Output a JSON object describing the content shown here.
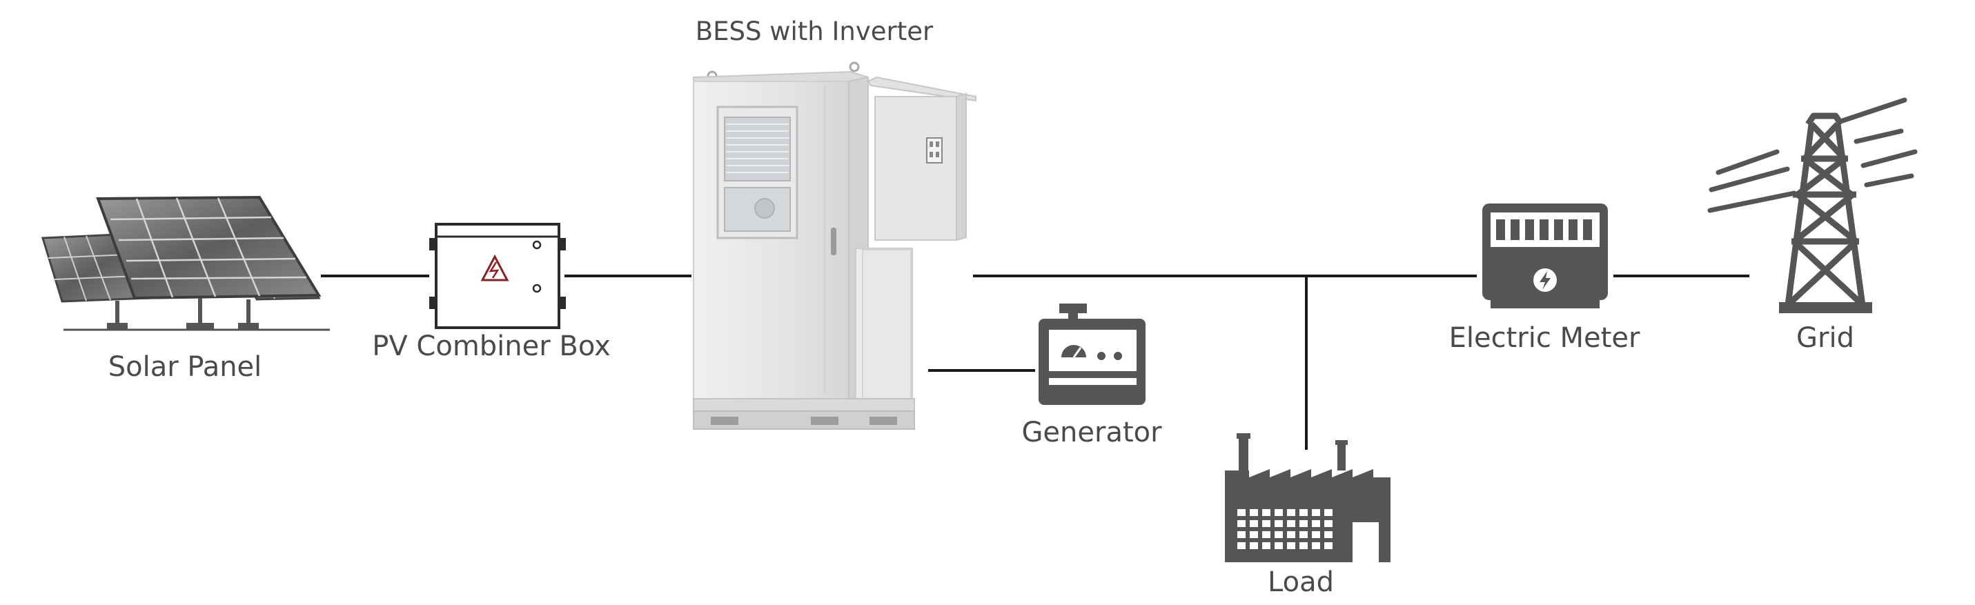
{
  "diagram": {
    "title": "BESS with Inverter",
    "nodes": {
      "solar_panel": {
        "label": "Solar Panel",
        "icon": "solar-panel-icon"
      },
      "pv_combiner_box": {
        "label": "PV Combiner Box",
        "icon": "combiner-box-icon"
      },
      "bess": {
        "label": "BESS with Inverter",
        "icon": "battery-cabinet-icon"
      },
      "generator": {
        "label": "Generator",
        "icon": "generator-icon"
      },
      "load": {
        "label": "Load",
        "icon": "factory-icon"
      },
      "electric_meter": {
        "label": "Electric Meter",
        "icon": "electric-meter-icon"
      },
      "grid": {
        "label": "Grid",
        "icon": "transmission-tower-icon"
      }
    },
    "connections": [
      {
        "from": "Solar Panel",
        "to": "PV Combiner Box"
      },
      {
        "from": "PV Combiner Box",
        "to": "BESS with Inverter"
      },
      {
        "from": "BESS with Inverter",
        "to": "Generator"
      },
      {
        "from": "BESS with Inverter",
        "to": "Load"
      },
      {
        "from": "BESS with Inverter",
        "to": "Electric Meter"
      },
      {
        "from": "Electric Meter",
        "to": "Grid"
      }
    ],
    "colors": {
      "icon_dark": "#555555",
      "line": "#1a1a1a",
      "label": "#4a4a4a",
      "cabinet": "#e6e6e6",
      "warning": "#8b2020"
    }
  }
}
